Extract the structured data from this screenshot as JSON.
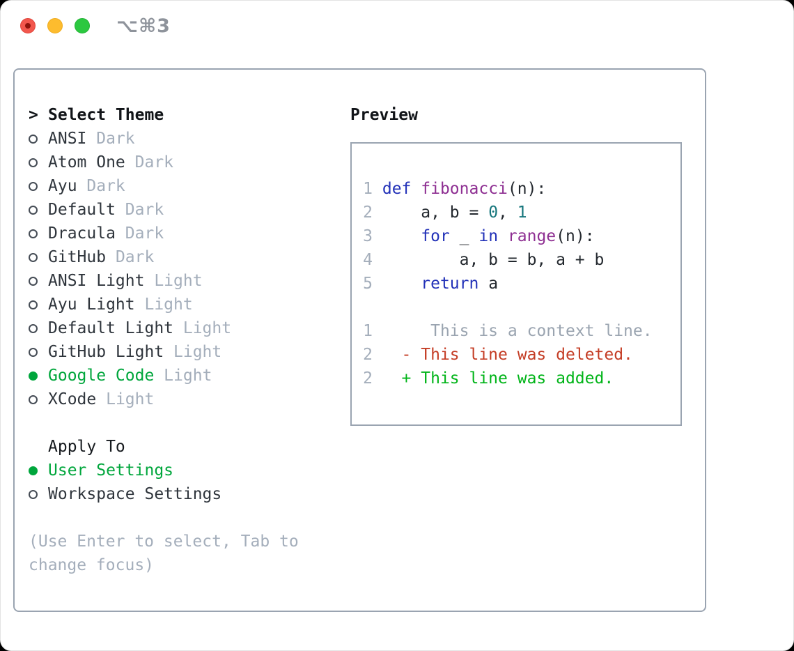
{
  "window": {
    "title": "⌥⌘3"
  },
  "colors": {
    "accent_green": "#00a63c",
    "muted_gray": "#a4aebb",
    "border_gray": "#9aa4b1",
    "keyword_blue": "#2231b8",
    "function_purple": "#8e2f92",
    "number_teal": "#16767c",
    "diff_red": "#c43c24",
    "diff_green": "#00b418",
    "traffic_red": "#f2574d",
    "traffic_yellow": "#fdbc2e",
    "traffic_green": "#2cc840"
  },
  "theme_panel": {
    "prompt": ">",
    "header": "Select Theme",
    "items": [
      {
        "name": "ANSI",
        "variant": "Dark",
        "selected": false
      },
      {
        "name": "Atom One",
        "variant": "Dark",
        "selected": false
      },
      {
        "name": "Ayu",
        "variant": "Dark",
        "selected": false
      },
      {
        "name": "Default",
        "variant": "Dark",
        "selected": false
      },
      {
        "name": "Dracula",
        "variant": "Dark",
        "selected": false
      },
      {
        "name": "GitHub",
        "variant": "Dark",
        "selected": false
      },
      {
        "name": "ANSI Light",
        "variant": "Light",
        "selected": false
      },
      {
        "name": "Ayu Light",
        "variant": "Light",
        "selected": false
      },
      {
        "name": "Default Light",
        "variant": "Light",
        "selected": false
      },
      {
        "name": "GitHub Light",
        "variant": "Light",
        "selected": false
      },
      {
        "name": "Google Code",
        "variant": "Light",
        "selected": true
      },
      {
        "name": "XCode",
        "variant": "Light",
        "selected": false
      }
    ],
    "apply_to": {
      "header": "Apply To",
      "options": [
        {
          "label": "User Settings",
          "selected": true
        },
        {
          "label": "Workspace Settings",
          "selected": false
        }
      ]
    },
    "hint_lines": [
      "(Use Enter to select, Tab to",
      "change focus)"
    ]
  },
  "preview": {
    "heading": "Preview",
    "code_lines": [
      {
        "num": "1",
        "tokens": [
          {
            "t": "def",
            "c": "kw"
          },
          {
            "t": " ",
            "c": "pl"
          },
          {
            "t": "fibonacci",
            "c": "fn"
          },
          {
            "t": "(n):",
            "c": "pl"
          }
        ]
      },
      {
        "num": "2",
        "tokens": [
          {
            "t": "    a, b = ",
            "c": "pl"
          },
          {
            "t": "0",
            "c": "num"
          },
          {
            "t": ", ",
            "c": "pl"
          },
          {
            "t": "1",
            "c": "num"
          }
        ]
      },
      {
        "num": "3",
        "tokens": [
          {
            "t": "    ",
            "c": "pl"
          },
          {
            "t": "for",
            "c": "kw"
          },
          {
            "t": " _ ",
            "c": "pl"
          },
          {
            "t": "in",
            "c": "kw"
          },
          {
            "t": " ",
            "c": "pl"
          },
          {
            "t": "range",
            "c": "fn"
          },
          {
            "t": "(n):",
            "c": "pl"
          }
        ]
      },
      {
        "num": "4",
        "tokens": [
          {
            "t": "        a, b = b, a + b",
            "c": "pl"
          }
        ]
      },
      {
        "num": "5",
        "tokens": [
          {
            "t": "    ",
            "c": "pl"
          },
          {
            "t": "return",
            "c": "kw"
          },
          {
            "t": " a",
            "c": "pl"
          }
        ]
      },
      {
        "num": "",
        "tokens": []
      },
      {
        "num": "1",
        "tokens": [
          {
            "t": "     This is a context line.",
            "c": "ctx"
          }
        ]
      },
      {
        "num": "2",
        "tokens": [
          {
            "t": "  - This line was deleted.",
            "c": "del"
          }
        ]
      },
      {
        "num": "2",
        "tokens": [
          {
            "t": "  + This line was added.",
            "c": "add"
          }
        ]
      }
    ]
  }
}
